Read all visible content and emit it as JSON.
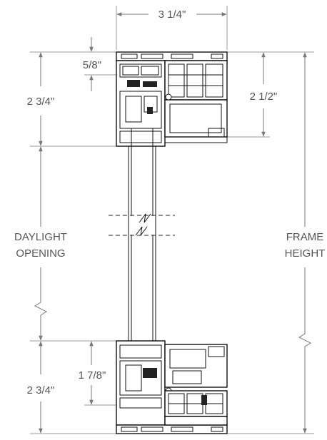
{
  "dimensions": {
    "width_top": "3 1/4\"",
    "top_offset": "5/8\"",
    "top_left": "2 3/4\"",
    "top_right": "2 1/2\"",
    "bottom_mid": "1 7/8\"",
    "bottom_left": "2 3/4\""
  },
  "labels": {
    "daylight_line1": "DAYLIGHT",
    "daylight_line2": "OPENING",
    "frame_line1": "FRAME",
    "frame_line2": "HEIGHT"
  },
  "colors": {
    "dimension_lines": "#777777",
    "text": "#555555",
    "profile_stroke": "#111111"
  }
}
